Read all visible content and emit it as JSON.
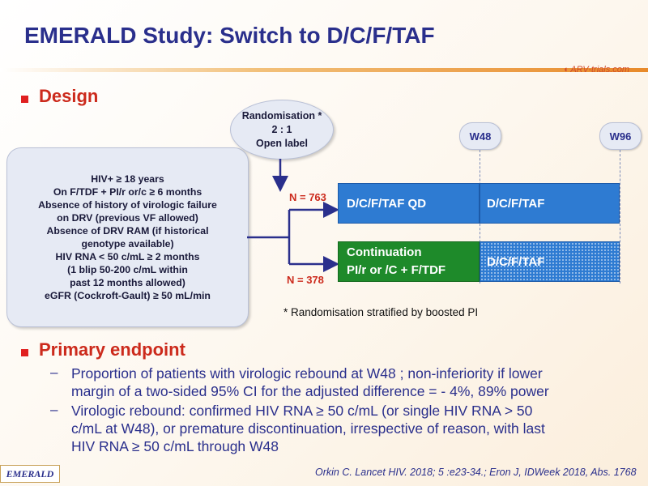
{
  "title": "EMERALD Study: Switch to D/C/F/TAF",
  "logo": "ARV-trials.com",
  "design_heading": "Design",
  "criteria_lines": [
    "HIV+ ≥ 18 years",
    "On F/TDF + PI/r or/c ≥ 6 months",
    "Absence of history of virologic failure",
    "on DRV (previous VF allowed)",
    "Absence of DRV RAM (if historical",
    "genotype available)",
    "HIV RNA < 50 c/mL ≥ 2 months",
    "(1 blip 50-200 c/mL within",
    "past 12 months allowed)",
    "eGFR (Cockroft-Gault) ≥ 50 mL/min"
  ],
  "randomisation": [
    "Randomisation *",
    "2 : 1",
    "Open label"
  ],
  "weeks": {
    "w48": "W48",
    "w96": "W96"
  },
  "arms": {
    "top": {
      "n": "N = 763",
      "phase1": "D/C/F/TAF QD",
      "phase2": "D/C/F/TAF"
    },
    "bottom": {
      "n": "N = 378",
      "phase1_line1": "Continuation",
      "phase1_line2": "PI/r or /C + F/TDF",
      "phase2": "D/C/F/TAF"
    }
  },
  "footnote": "* Randomisation stratified by boosted PI",
  "endpoint_heading": "Primary endpoint",
  "endpoint_dash": "–",
  "endpoint_items": [
    [
      "Proportion of patients with virologic rebound at W48 ; non-inferiority if lower",
      "margin of a two-sided 95% CI for the adjusted difference = - 4%, 89% power"
    ],
    [
      "Virologic rebound: confirmed HIV RNA ≥ 50 c/mL (or single HIV RNA > 50",
      "c/mL at W48), or premature discontinuation, irrespective of reason, with last",
      "HIV RNA ≥ 50 c/mL through W48"
    ]
  ],
  "citation": "Orkin C. Lancet HIV. 2018; 5 :e23-34.; Eron J, IDWeek 2018, Abs. 1768",
  "badge": "EMERALD",
  "colors": {
    "title": "#2a2f8c",
    "heading": "#cc2a1c",
    "arm_blue": "#2e7bd2",
    "arm_green": "#1e8a2a"
  }
}
